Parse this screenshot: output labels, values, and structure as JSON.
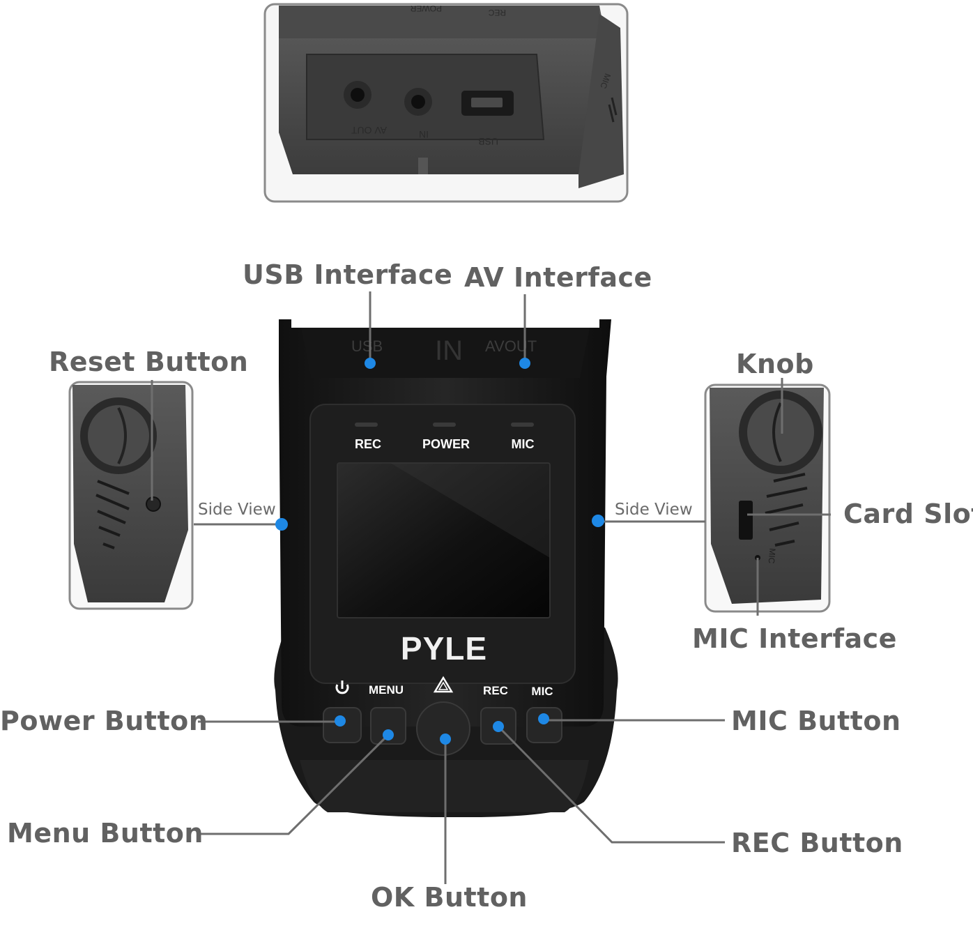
{
  "top_view": {
    "panel_labels": [
      "POWER",
      "REC"
    ],
    "port_labels": [
      "AV OUT",
      "IN",
      "USB"
    ],
    "side_label": "MIC"
  },
  "device": {
    "top_labels": {
      "usb": "USB",
      "in": "IN",
      "avout": "AVOUT"
    },
    "indicators": {
      "rec": "REC",
      "power": "POWER",
      "mic": "MIC"
    },
    "brand": "PYLE",
    "buttons": {
      "menu": "MENU",
      "rec": "REC",
      "mic": "MIC"
    }
  },
  "side_view_label": "Side View",
  "right_panel_mic_label": "MIC",
  "callouts": {
    "usb_interface": "USB Interface",
    "av_interface": "AV Interface",
    "reset_button": "Reset Button",
    "knob": "Knob",
    "card_slot": "Card Slot",
    "mic_interface": "MIC Interface",
    "power_button": "Power Button",
    "mic_button": "MIC Button",
    "menu_button": "Menu Button",
    "rec_button": "REC Button",
    "ok_button": "OK Button"
  },
  "colors": {
    "callout_text": "#616161",
    "leader_line": "#6e6e6e",
    "marker": "#1e88e5",
    "device_body": "#1b1b1b",
    "panel_border": "#8a8a8a"
  }
}
